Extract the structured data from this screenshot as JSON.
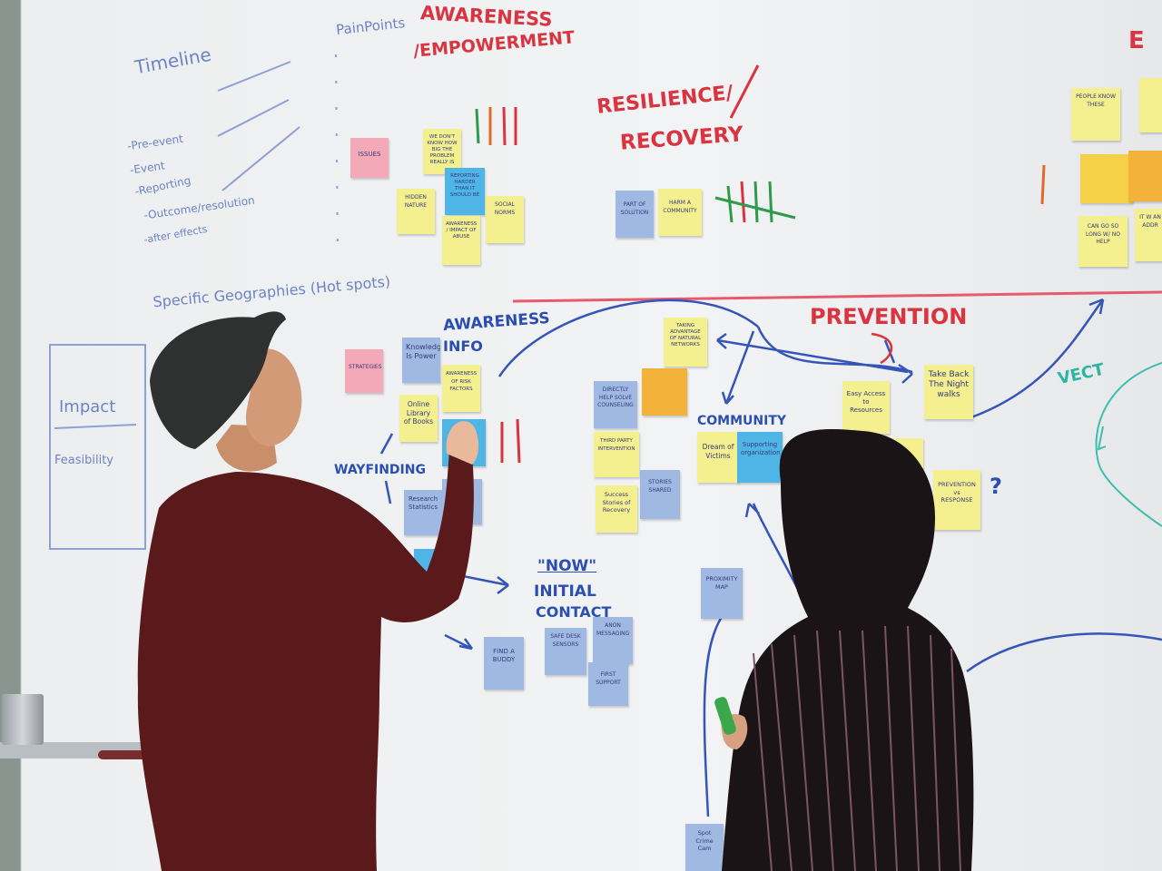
{
  "headings": {
    "awareness_empowerment_1": "AWARENESS",
    "awareness_empowerment_2": "/EMPOWERMENT",
    "resilience_1": "RESILIENCE/",
    "resilience_2": "RECOVERY",
    "prevention": "PREVENTION",
    "awareness_info_1": "AWARENESS",
    "awareness_info_2": "INFO",
    "community": "COMMUNITY",
    "wayfinding": "WAYFINDING",
    "now": "\"NOW\"",
    "initial_contact_1": "INITIAL",
    "initial_contact_2": "CONTACT",
    "vect": "VECT",
    "top_right_fragment": "E",
    "question_mark": "?"
  },
  "pale_notes": {
    "pain_points": "PainPoints",
    "timeline": "Timeline",
    "pre_event": "-Pre-event",
    "event": "-Event",
    "reporting": "-Reporting",
    "outcome": "-Outcome/resolution",
    "after_effects": "-after effects",
    "geographies": "Specific Geographies (Hot spots)",
    "impact": "Impact",
    "feasibility": "Feasibility"
  },
  "sticky_notes": {
    "issues": "ISSUES",
    "strategies": "STRATEGIES",
    "people_dont_know": "WE DON'T KNOW HOW BIG THE PROBLEM REALLY IS",
    "reporting_harder": "REPORTING HARDER THAN IT SHOULD BE",
    "hidden_nature": "HIDDEN NATURE",
    "awareness_of_abuse": "AWARENESS / IMPACT OF ABUSE",
    "social_norms": "SOCIAL NORMS",
    "part_of_solution": "PART OF SOLUTION",
    "harm_to_community": "HARM A COMMUNITY",
    "knowledge_is_power": "Knowledge Is Power",
    "awareness_of_risk": "AWARENESS OF RISK FACTORS",
    "online_library": "Online Library of Books",
    "research_statistics": "Research Statistics",
    "taking_advantage": "TAKING ADVANTAGE OF NATURAL NETWORKS",
    "directly_help": "DIRECTLY HELP SOLVE COUNSELING",
    "third_party": "THIRD PARTY INTERVENTION",
    "success_stories": "Success Stories of Recovery",
    "stories_shared": "STORIES SHARED",
    "dream_of_victims": "Dream of Victims",
    "supporting_organization": "Supporting organization",
    "easy_access": "Easy Access to Resources",
    "take_back_night": "Take Back The Night walks",
    "prevention_vs_response": "PREVENTION vs RESPONSE",
    "proximity_map": "PROXIMITY MAP",
    "find_a_buddy": "FIND A BUDDY",
    "safe_sensors": "SAFE DESK SENSORS",
    "anon_messaging": "ANON MESSAGING",
    "first_support": "FIRST SUPPORT",
    "spot_camera": "Spot Crime Cam",
    "people_know_these": "PEOPLE KNOW THESE",
    "can_go_so_long": "CAN GO SO LONG W/ NO HELP",
    "right_fragment": "IT W AN ADDR"
  },
  "colors": {
    "marker_red": "#d9343f",
    "marker_blue": "#2a4fb0",
    "marker_green": "#2e9a4a",
    "marker_teal": "#2cb6a2",
    "sticky_yellow": "#f5f08f",
    "sticky_blue": "#9fb9e3",
    "sticky_pink": "#f4a9b8",
    "sticky_orange": "#f3b23a",
    "sticky_cyan": "#4fb5e6"
  },
  "icons": [
    "marker-pen-icon",
    "pencil-cup-icon"
  ]
}
